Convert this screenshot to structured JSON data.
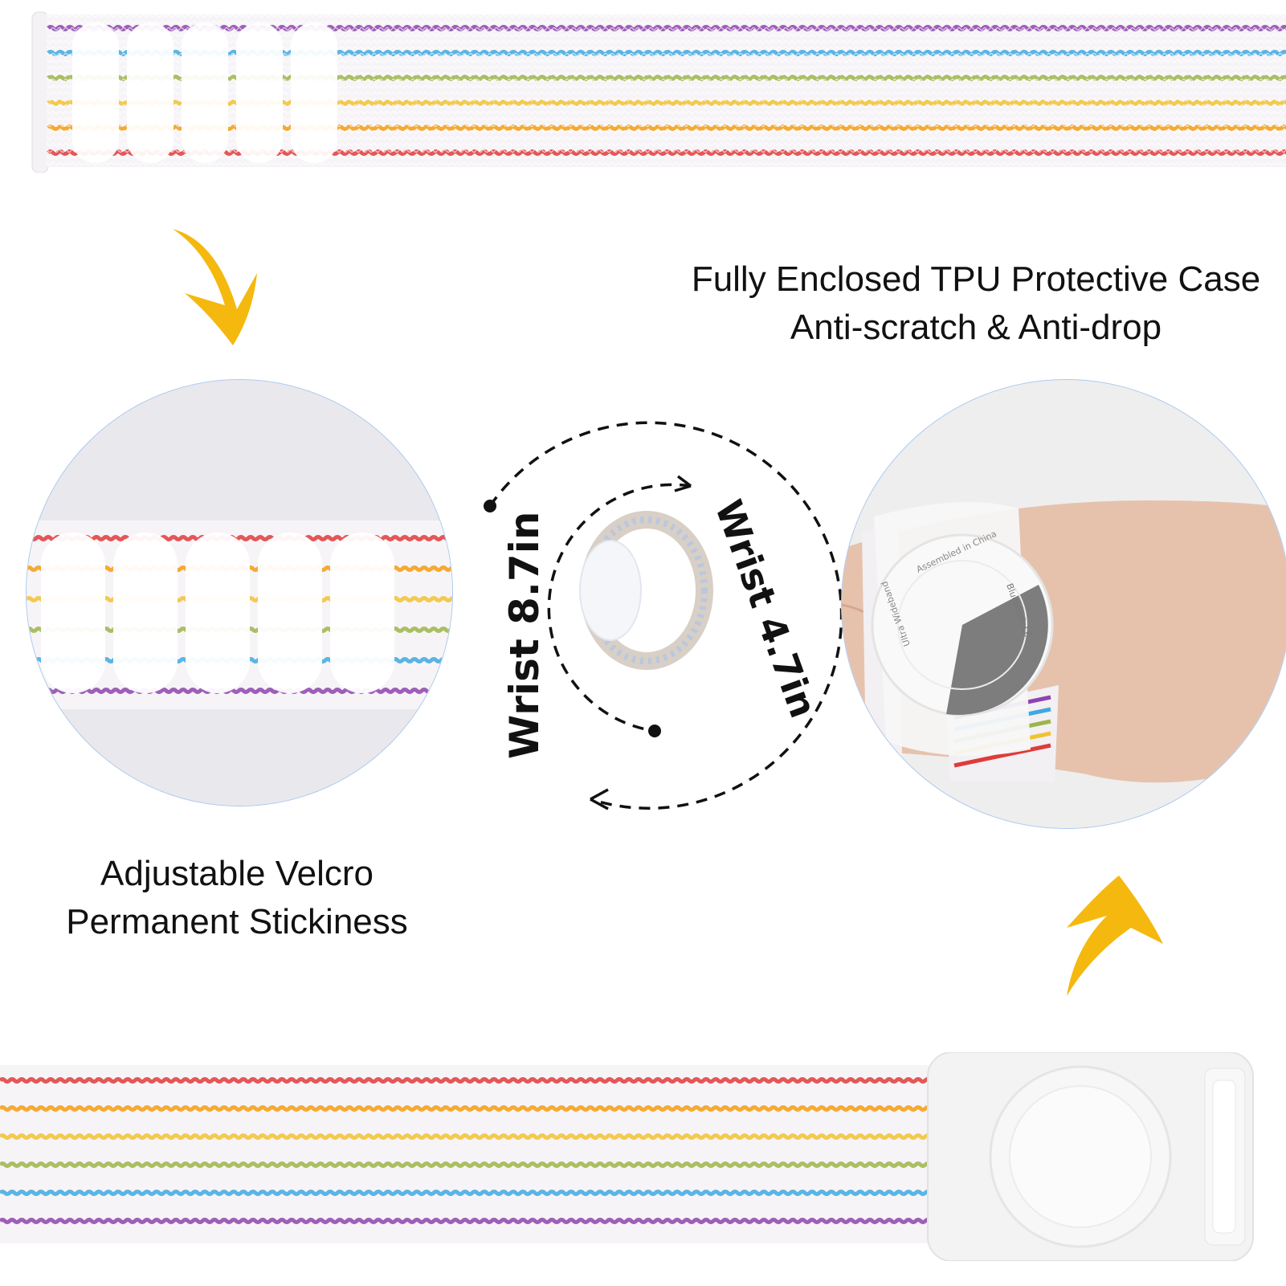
{
  "captions": {
    "tpu_line1": "Fully Enclosed TPU Protective Case",
    "tpu_line2": "Anti-scratch & Anti-drop",
    "velcro_line1": "Adjustable Velcro",
    "velcro_line2": "Permanent Stickiness"
  },
  "sizes": {
    "inner": "Wrist 4.7in",
    "outer": "Wrist 8.7in"
  },
  "tracker": {
    "line1": "Assembled in China",
    "line2": "Bluetooth LE",
    "line3": "Ultra Wideband"
  },
  "colors": {
    "stripes": [
      "#8e44ad",
      "#3fa9e0",
      "#9cb54a",
      "#f1c232",
      "#f39c12",
      "#e03b3b"
    ],
    "arrow": "#f5b80f",
    "circle_border": "#a9c9ef",
    "text": "#111111"
  }
}
